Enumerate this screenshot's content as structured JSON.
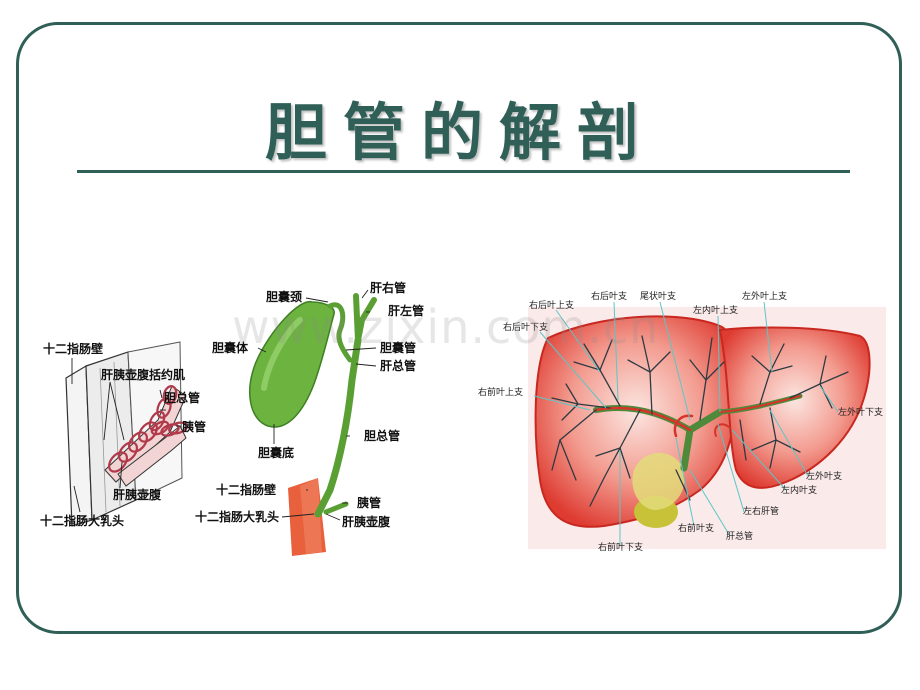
{
  "slide": {
    "title": "胆管的解剖",
    "watermark": "www.zixin.com.cn",
    "colors": {
      "theme": "#2f5f57",
      "bile_green": "#6cb33f",
      "liver_red": "#e04438"
    }
  },
  "panels": {
    "sphincter": {
      "labels": [
        "十二指肠壁",
        "肝胰壶腹括约肌",
        "胆总管",
        "胰管",
        "肝胰壶腹",
        "十二指肠大乳头"
      ]
    },
    "gallbladder": {
      "labels": [
        "胆囊颈",
        "肝右管",
        "肝左管",
        "胆囊体",
        "胆囊管",
        "肝总管",
        "胆总管",
        "胆囊底",
        "十二指肠壁",
        "十二指肠大乳头",
        "胰管",
        "肝胰壶腹"
      ]
    },
    "liver": {
      "labels": [
        "右后叶上支",
        "右后叶支",
        "尾状叶支",
        "左外叶上支",
        "左内叶上支",
        "右后叶下支",
        "右前叶上支",
        "左外叶下支",
        "左外叶支",
        "左内叶支",
        "左右肝管",
        "右前叶支",
        "肝总管",
        "右前叶下支"
      ]
    }
  }
}
